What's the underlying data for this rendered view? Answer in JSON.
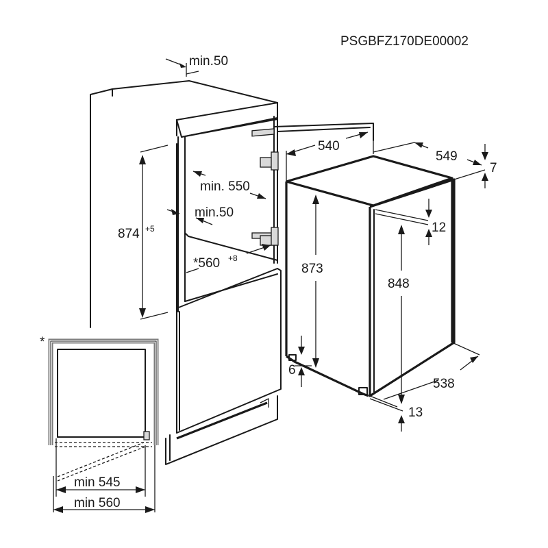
{
  "drawing_code": "PSGBFZ170DE00002",
  "dimensions": {
    "top_vent": "min.50",
    "niche_height": "874",
    "niche_height_tol": "+5",
    "niche_depth": "min. 550",
    "rear_vent": "min.50",
    "niche_width": "*560",
    "niche_width_tol": "+8",
    "appliance_depth_top": "540",
    "appliance_depth_total": "549",
    "door_offset_top": "7",
    "door_gap": "12",
    "appliance_height": "873",
    "door_height": "848",
    "foot_height": "6",
    "appliance_depth_bottom": "538",
    "door_offset_bottom": "13",
    "plan_min_a": "min 545",
    "plan_min_b": "min 560",
    "asterisk": "*"
  }
}
